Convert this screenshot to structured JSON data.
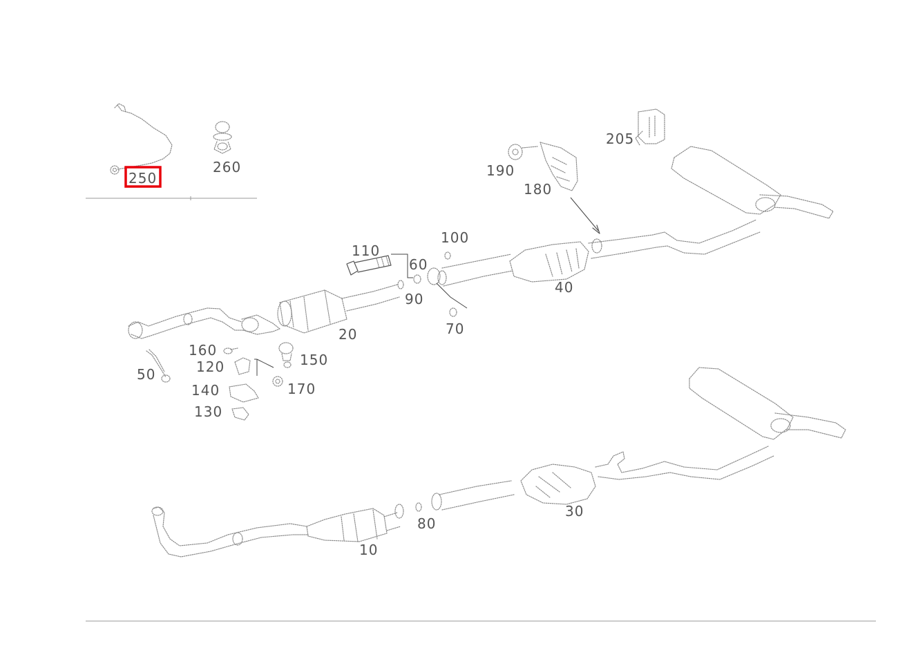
{
  "diagram": {
    "selected_part": "250",
    "colors": {
      "line": "#8a8a8a",
      "label": "#555555",
      "highlight": "#e8000b",
      "background": "#ffffff"
    },
    "parts": [
      {
        "id": "250"
      },
      {
        "id": "260"
      },
      {
        "id": "205"
      },
      {
        "id": "190"
      },
      {
        "id": "180"
      },
      {
        "id": "110"
      },
      {
        "id": "100"
      },
      {
        "id": "60"
      },
      {
        "id": "90"
      },
      {
        "id": "70"
      },
      {
        "id": "40"
      },
      {
        "id": "20"
      },
      {
        "id": "160"
      },
      {
        "id": "120"
      },
      {
        "id": "150"
      },
      {
        "id": "50"
      },
      {
        "id": "140"
      },
      {
        "id": "170"
      },
      {
        "id": "130"
      },
      {
        "id": "30"
      },
      {
        "id": "80"
      },
      {
        "id": "10"
      }
    ]
  }
}
